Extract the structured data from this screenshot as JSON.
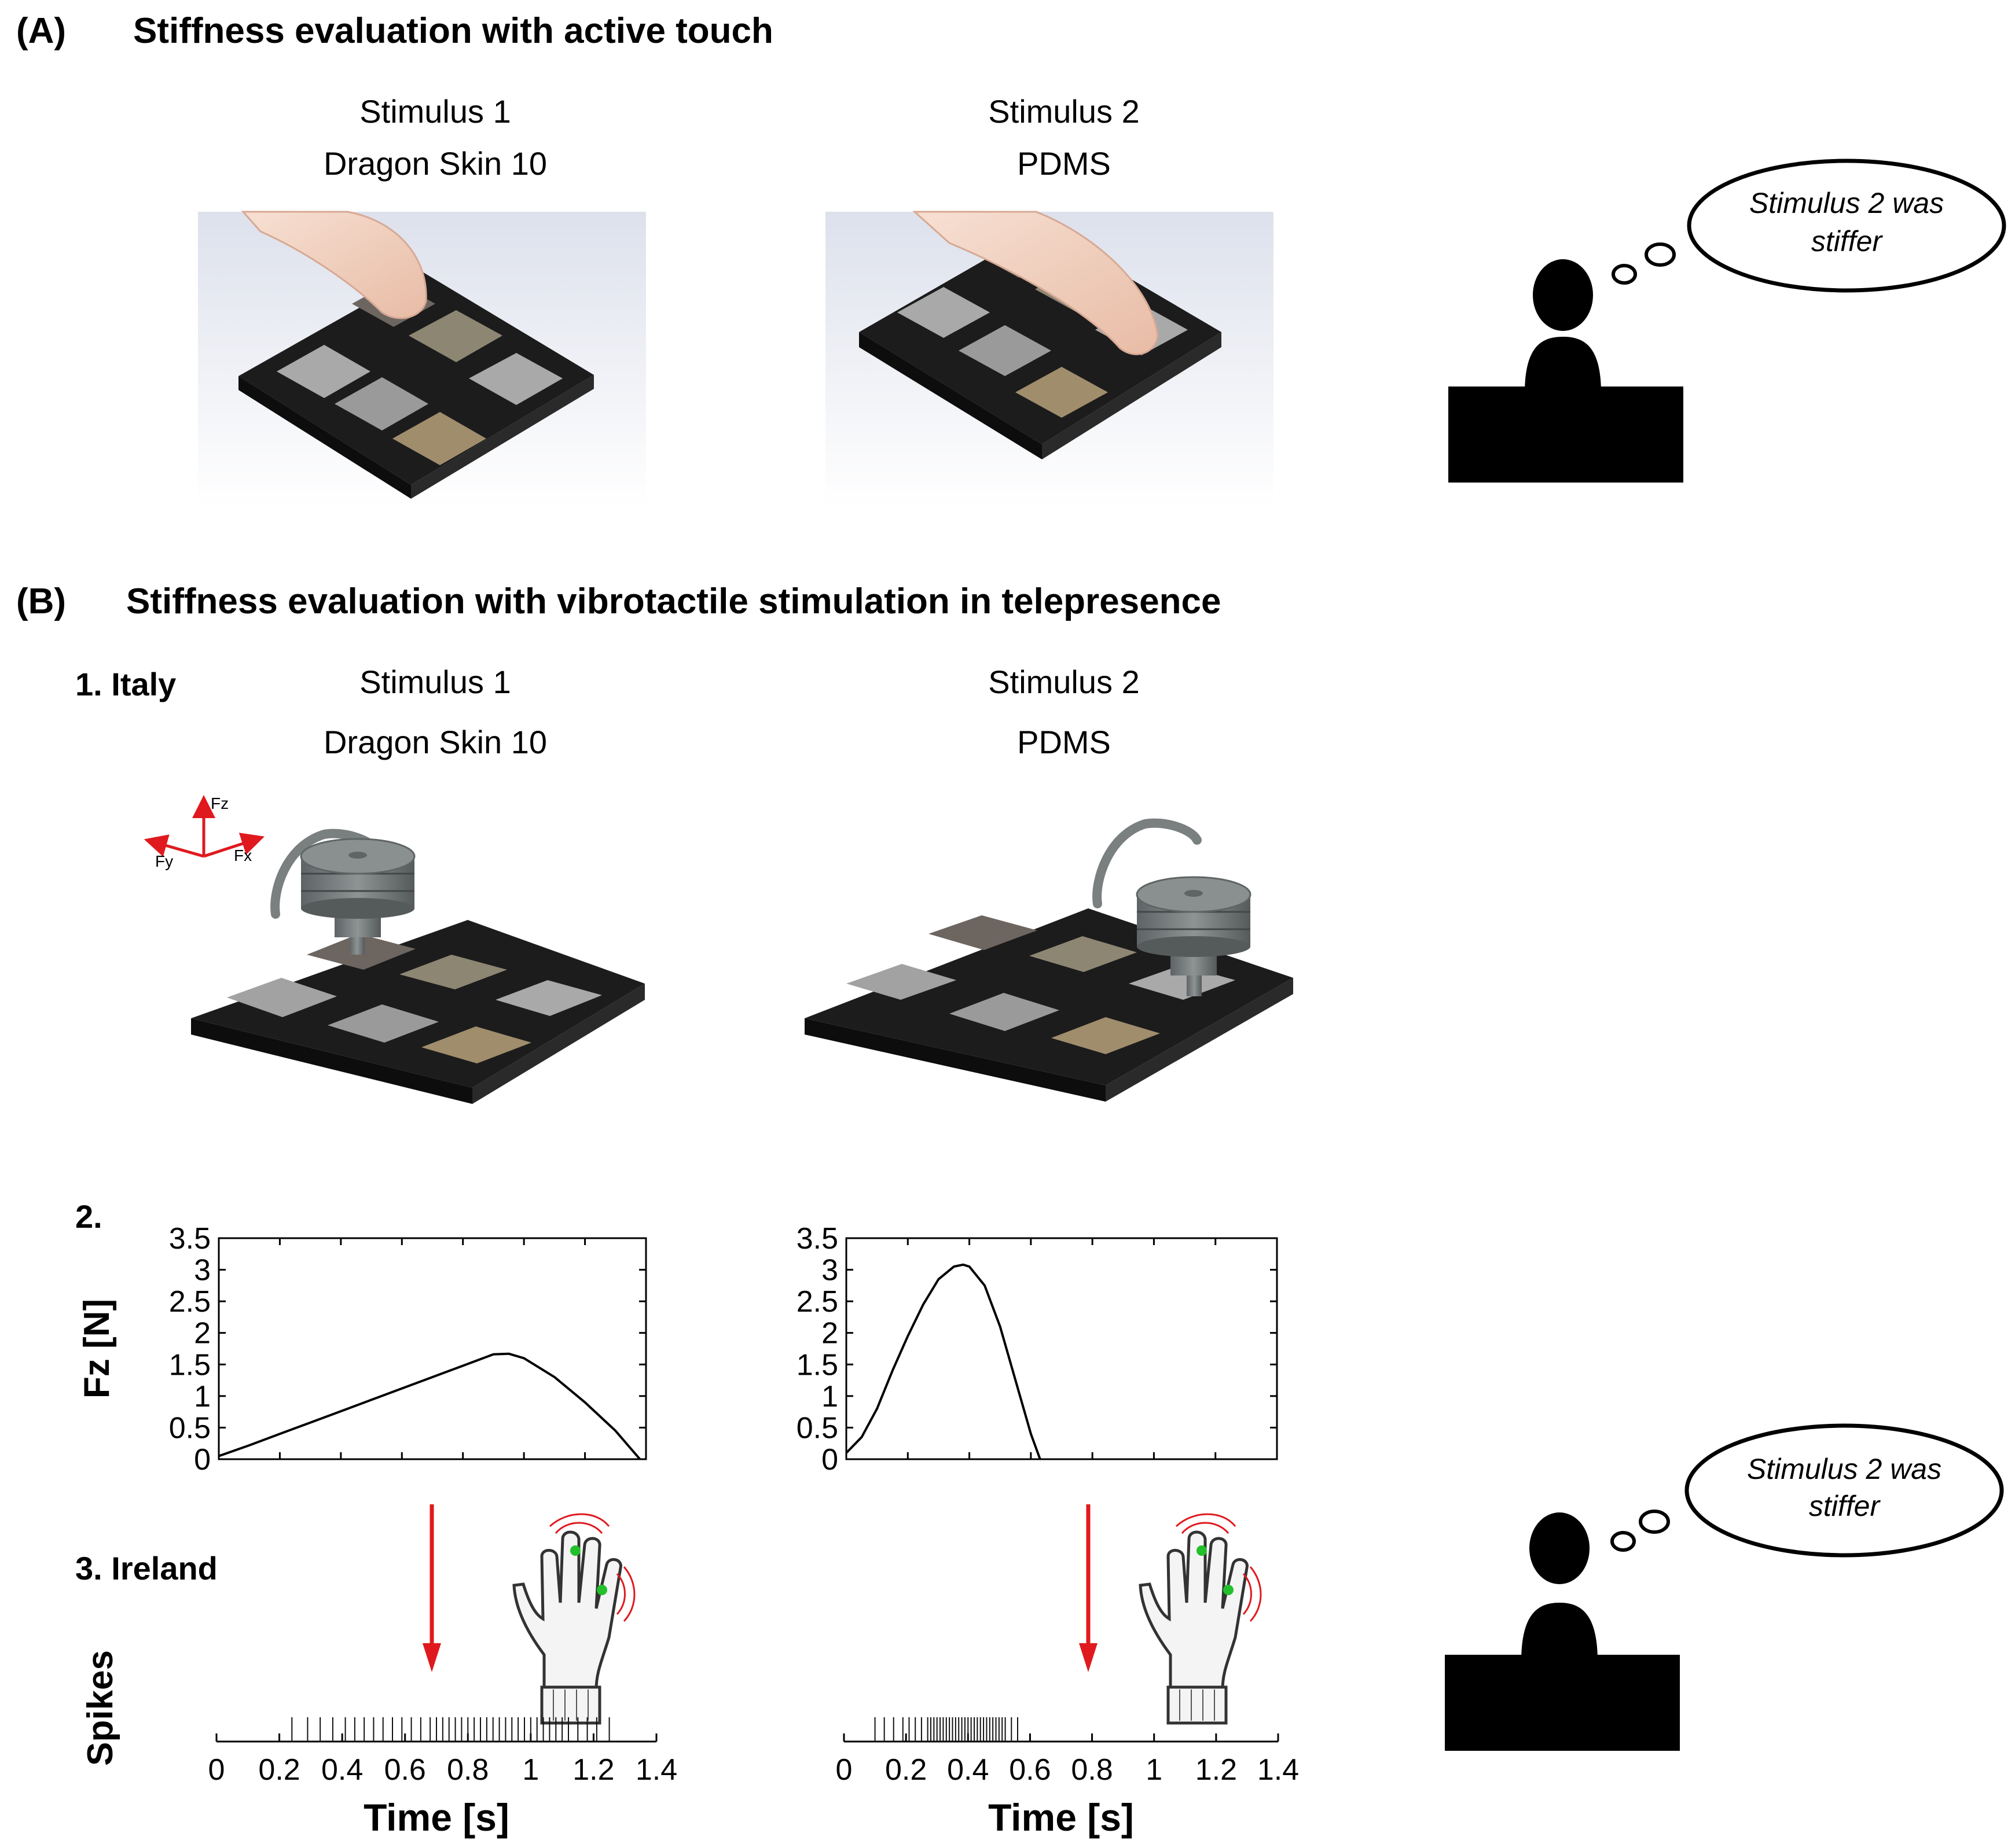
{
  "panel_a": {
    "letter": "(A)",
    "title": "Stiffness evaluation with active touch",
    "stim1_line1": "Stimulus 1",
    "stim1_line2": "Dragon Skin 10",
    "stim2_line1": "Stimulus 2",
    "stim2_line2": "PDMS",
    "thought_line1": "Stimulus 2 was",
    "thought_line2": "stiffer"
  },
  "panel_b": {
    "letter": "(B)",
    "title": "Stiffness evaluation with vibrotactile stimulation in telepresence",
    "step1": "1. Italy",
    "step2": "2.",
    "step3": "3. Ireland",
    "stim1_line1": "Stimulus 1",
    "stim1_line2": "Dragon Skin 10",
    "stim2_line1": "Stimulus 2",
    "stim2_line2": "PDMS",
    "axes_fz": "Fz",
    "axes_fx": "Fx",
    "axes_fy": "Fy",
    "thought_line1": "Stimulus 2 was",
    "thought_line2": "stiffer"
  },
  "colors": {
    "arrow": "#e0191e",
    "board": "#1c1c1c",
    "pad_light": "#a9a9a9",
    "pad_brown": "#a08d6c",
    "pad_khaki": "#8d8673",
    "pad_dark": "#6d6560",
    "glove_dot": "#22c02a"
  },
  "chart_data": [
    {
      "type": "line",
      "title": "",
      "xlabel": "",
      "ylabel": "Fz [N]",
      "xlim": [
        0,
        1.4
      ],
      "ylim": [
        0,
        3.5
      ],
      "yticks": [
        "0",
        "0.5",
        "1",
        "1.5",
        "2",
        "2.5",
        "3",
        "3.5"
      ],
      "series": [
        {
          "x": [
            0,
            0.1,
            0.2,
            0.3,
            0.4,
            0.5,
            0.6,
            0.7,
            0.8,
            0.9,
            0.95,
            1.0,
            1.1,
            1.2,
            1.3,
            1.38
          ],
          "y": [
            0.05,
            0.22,
            0.4,
            0.58,
            0.76,
            0.94,
            1.12,
            1.3,
            1.48,
            1.66,
            1.67,
            1.6,
            1.3,
            0.9,
            0.45,
            0.0
          ]
        }
      ]
    },
    {
      "type": "line",
      "title": "",
      "xlabel": "",
      "ylabel": "Fz [N]",
      "xlim": [
        0,
        1.4
      ],
      "ylim": [
        0,
        3.5
      ],
      "yticks": [
        "0",
        "0.5",
        "1",
        "1.5",
        "2",
        "2.5",
        "3",
        "3.5"
      ],
      "series": [
        {
          "x": [
            0,
            0.05,
            0.1,
            0.15,
            0.2,
            0.25,
            0.3,
            0.35,
            0.38,
            0.4,
            0.45,
            0.5,
            0.55,
            0.6,
            0.63
          ],
          "y": [
            0.1,
            0.35,
            0.8,
            1.4,
            1.95,
            2.45,
            2.85,
            3.05,
            3.08,
            3.05,
            2.75,
            2.1,
            1.25,
            0.4,
            0.0
          ]
        }
      ]
    },
    {
      "type": "scatter",
      "title": "",
      "xlabel": "Time [s]",
      "ylabel": "Spikes",
      "xlim": [
        0,
        1.4
      ],
      "xticks": [
        "0",
        "0.2",
        "0.4",
        "0.6",
        "0.8",
        "1",
        "1.2",
        "1.4"
      ],
      "spikes": [
        0.24,
        0.29,
        0.33,
        0.37,
        0.41,
        0.44,
        0.47,
        0.5,
        0.53,
        0.56,
        0.59,
        0.62,
        0.65,
        0.68,
        0.7,
        0.72,
        0.74,
        0.76,
        0.78,
        0.8,
        0.82,
        0.84,
        0.86,
        0.88,
        0.9,
        0.92,
        0.94,
        0.96,
        0.98,
        1.0,
        1.02,
        1.04,
        1.06,
        1.08,
        1.1,
        1.12,
        1.15,
        1.18,
        1.21,
        1.25
      ]
    },
    {
      "type": "scatter",
      "title": "",
      "xlabel": "Time [s]",
      "ylabel": "",
      "xlim": [
        0,
        1.4
      ],
      "xticks": [
        "0",
        "0.2",
        "0.4",
        "0.6",
        "0.8",
        "1",
        "1.2",
        "1.4"
      ],
      "spikes": [
        0.1,
        0.13,
        0.16,
        0.19,
        0.21,
        0.23,
        0.25,
        0.27,
        0.28,
        0.29,
        0.3,
        0.31,
        0.32,
        0.33,
        0.34,
        0.35,
        0.36,
        0.37,
        0.38,
        0.39,
        0.4,
        0.41,
        0.42,
        0.43,
        0.44,
        0.45,
        0.46,
        0.47,
        0.48,
        0.49,
        0.5,
        0.51,
        0.52,
        0.54,
        0.56
      ]
    }
  ]
}
